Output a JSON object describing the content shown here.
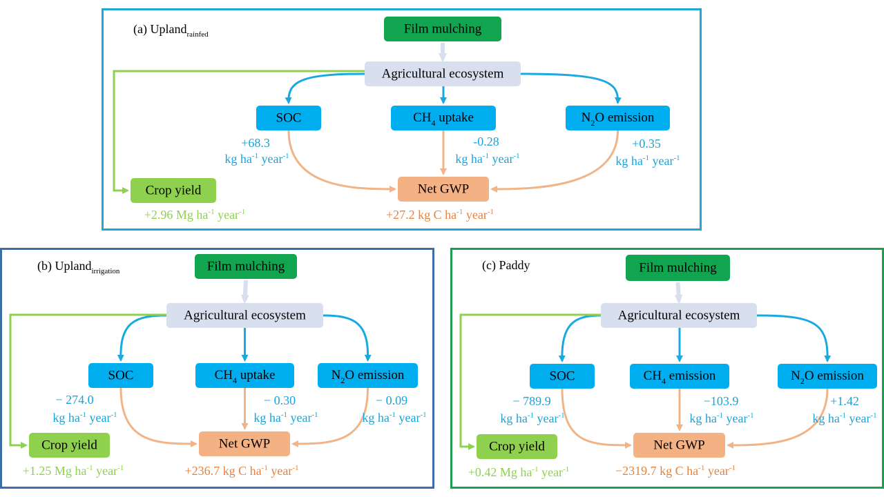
{
  "panels": [
    {
      "id": "a",
      "label_main": "(a) Upland",
      "label_sub": "rainfed",
      "top": "Film mulching",
      "eco": "Agricultural ecosystem",
      "soc": "SOC",
      "ch4_pre": "CH",
      "ch4_sub": "4",
      "ch4_post": " uptake",
      "n2o_pre": "N",
      "n2o_sub": "2",
      "n2o_post": "O emission",
      "crop": "Crop yield",
      "gwp": "Net GWP",
      "soc_val": "+68.3",
      "ch4_val": "-0.28",
      "n2o_val": "+0.35",
      "unit_kg": "kg ha",
      "unit_exp": "-1",
      "unit_year": " year",
      "crop_val": "+2.96 Mg ha",
      "gwp_val": "+27.2 kg C ha"
    },
    {
      "id": "b",
      "label_main": "(b) Upland",
      "label_sub": "irrigation",
      "top": "Film mulching",
      "eco": "Agricultural  ecosystem",
      "soc": "SOC",
      "ch4_pre": "CH",
      "ch4_sub": "4",
      "ch4_post": " uptake",
      "n2o_pre": "N",
      "n2o_sub": "2",
      "n2o_post": "O emission",
      "crop": "Crop yield",
      "gwp": "Net GWP",
      "soc_val": "− 274.0",
      "ch4_val": "− 0.30",
      "n2o_val": "− 0.09",
      "unit_kg": "kg ha",
      "unit_exp": "-1",
      "unit_year": " year",
      "crop_val": "+1.25 Mg ha",
      "gwp_val": "+236.7 kg C ha"
    },
    {
      "id": "c",
      "label_main": "(c) Paddy",
      "label_sub": "",
      "top": "Film mulching",
      "eco": "Agricultural ecosystem",
      "soc": "SOC",
      "ch4_pre": "CH",
      "ch4_sub": "4",
      "ch4_post": " emission",
      "n2o_pre": "N",
      "n2o_sub": "2",
      "n2o_post": "O emission",
      "crop": "Crop yield",
      "gwp": "Net GWP",
      "soc_val": "− 789.9",
      "ch4_val": "−103.9",
      "n2o_val": "+1.42",
      "unit_kg": "kg ha",
      "unit_exp": "-1",
      "unit_year": " year",
      "crop_val": "+0.42 Mg ha",
      "gwp_val": "−2319.7 kg C ha"
    }
  ],
  "colors": {
    "film": "#12a550",
    "eco": "#d8dfef",
    "node": "#00aeef",
    "crop": "#8fd14f",
    "gwp": "#f4b183",
    "blue_arrow": "#19a9e1",
    "orange_arrow": "#f0b487",
    "green_arrow": "#8fd14f",
    "pale_arrow": "#d8dfef",
    "blue_text": "#1aa3da",
    "orange_text": "#e8823a",
    "green_text": "#8fd14f"
  }
}
